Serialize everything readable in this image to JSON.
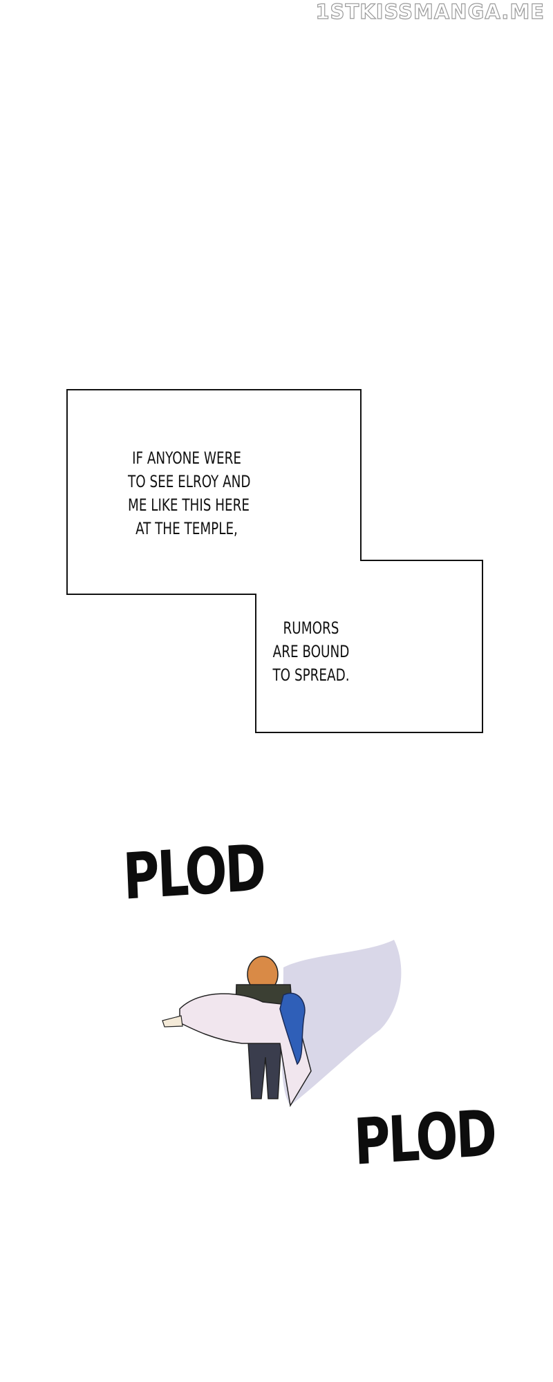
{
  "watermark": "1STKISSMANGA.ME",
  "captions": {
    "first": [
      "IF ANYONE WERE",
      "TO SEE ELROY AND",
      "ME LIKE THIS HERE",
      "AT THE TEMPLE,"
    ],
    "second": [
      "RUMORS",
      "ARE BOUND",
      "TO SPREAD."
    ]
  },
  "sound_effects": {
    "top": "PLOD",
    "bottom": "PLOD"
  },
  "colors": {
    "shadow": "#cfcde2",
    "hair_blue": "#2f5fb8",
    "hair_orange": "#d98a46"
  }
}
